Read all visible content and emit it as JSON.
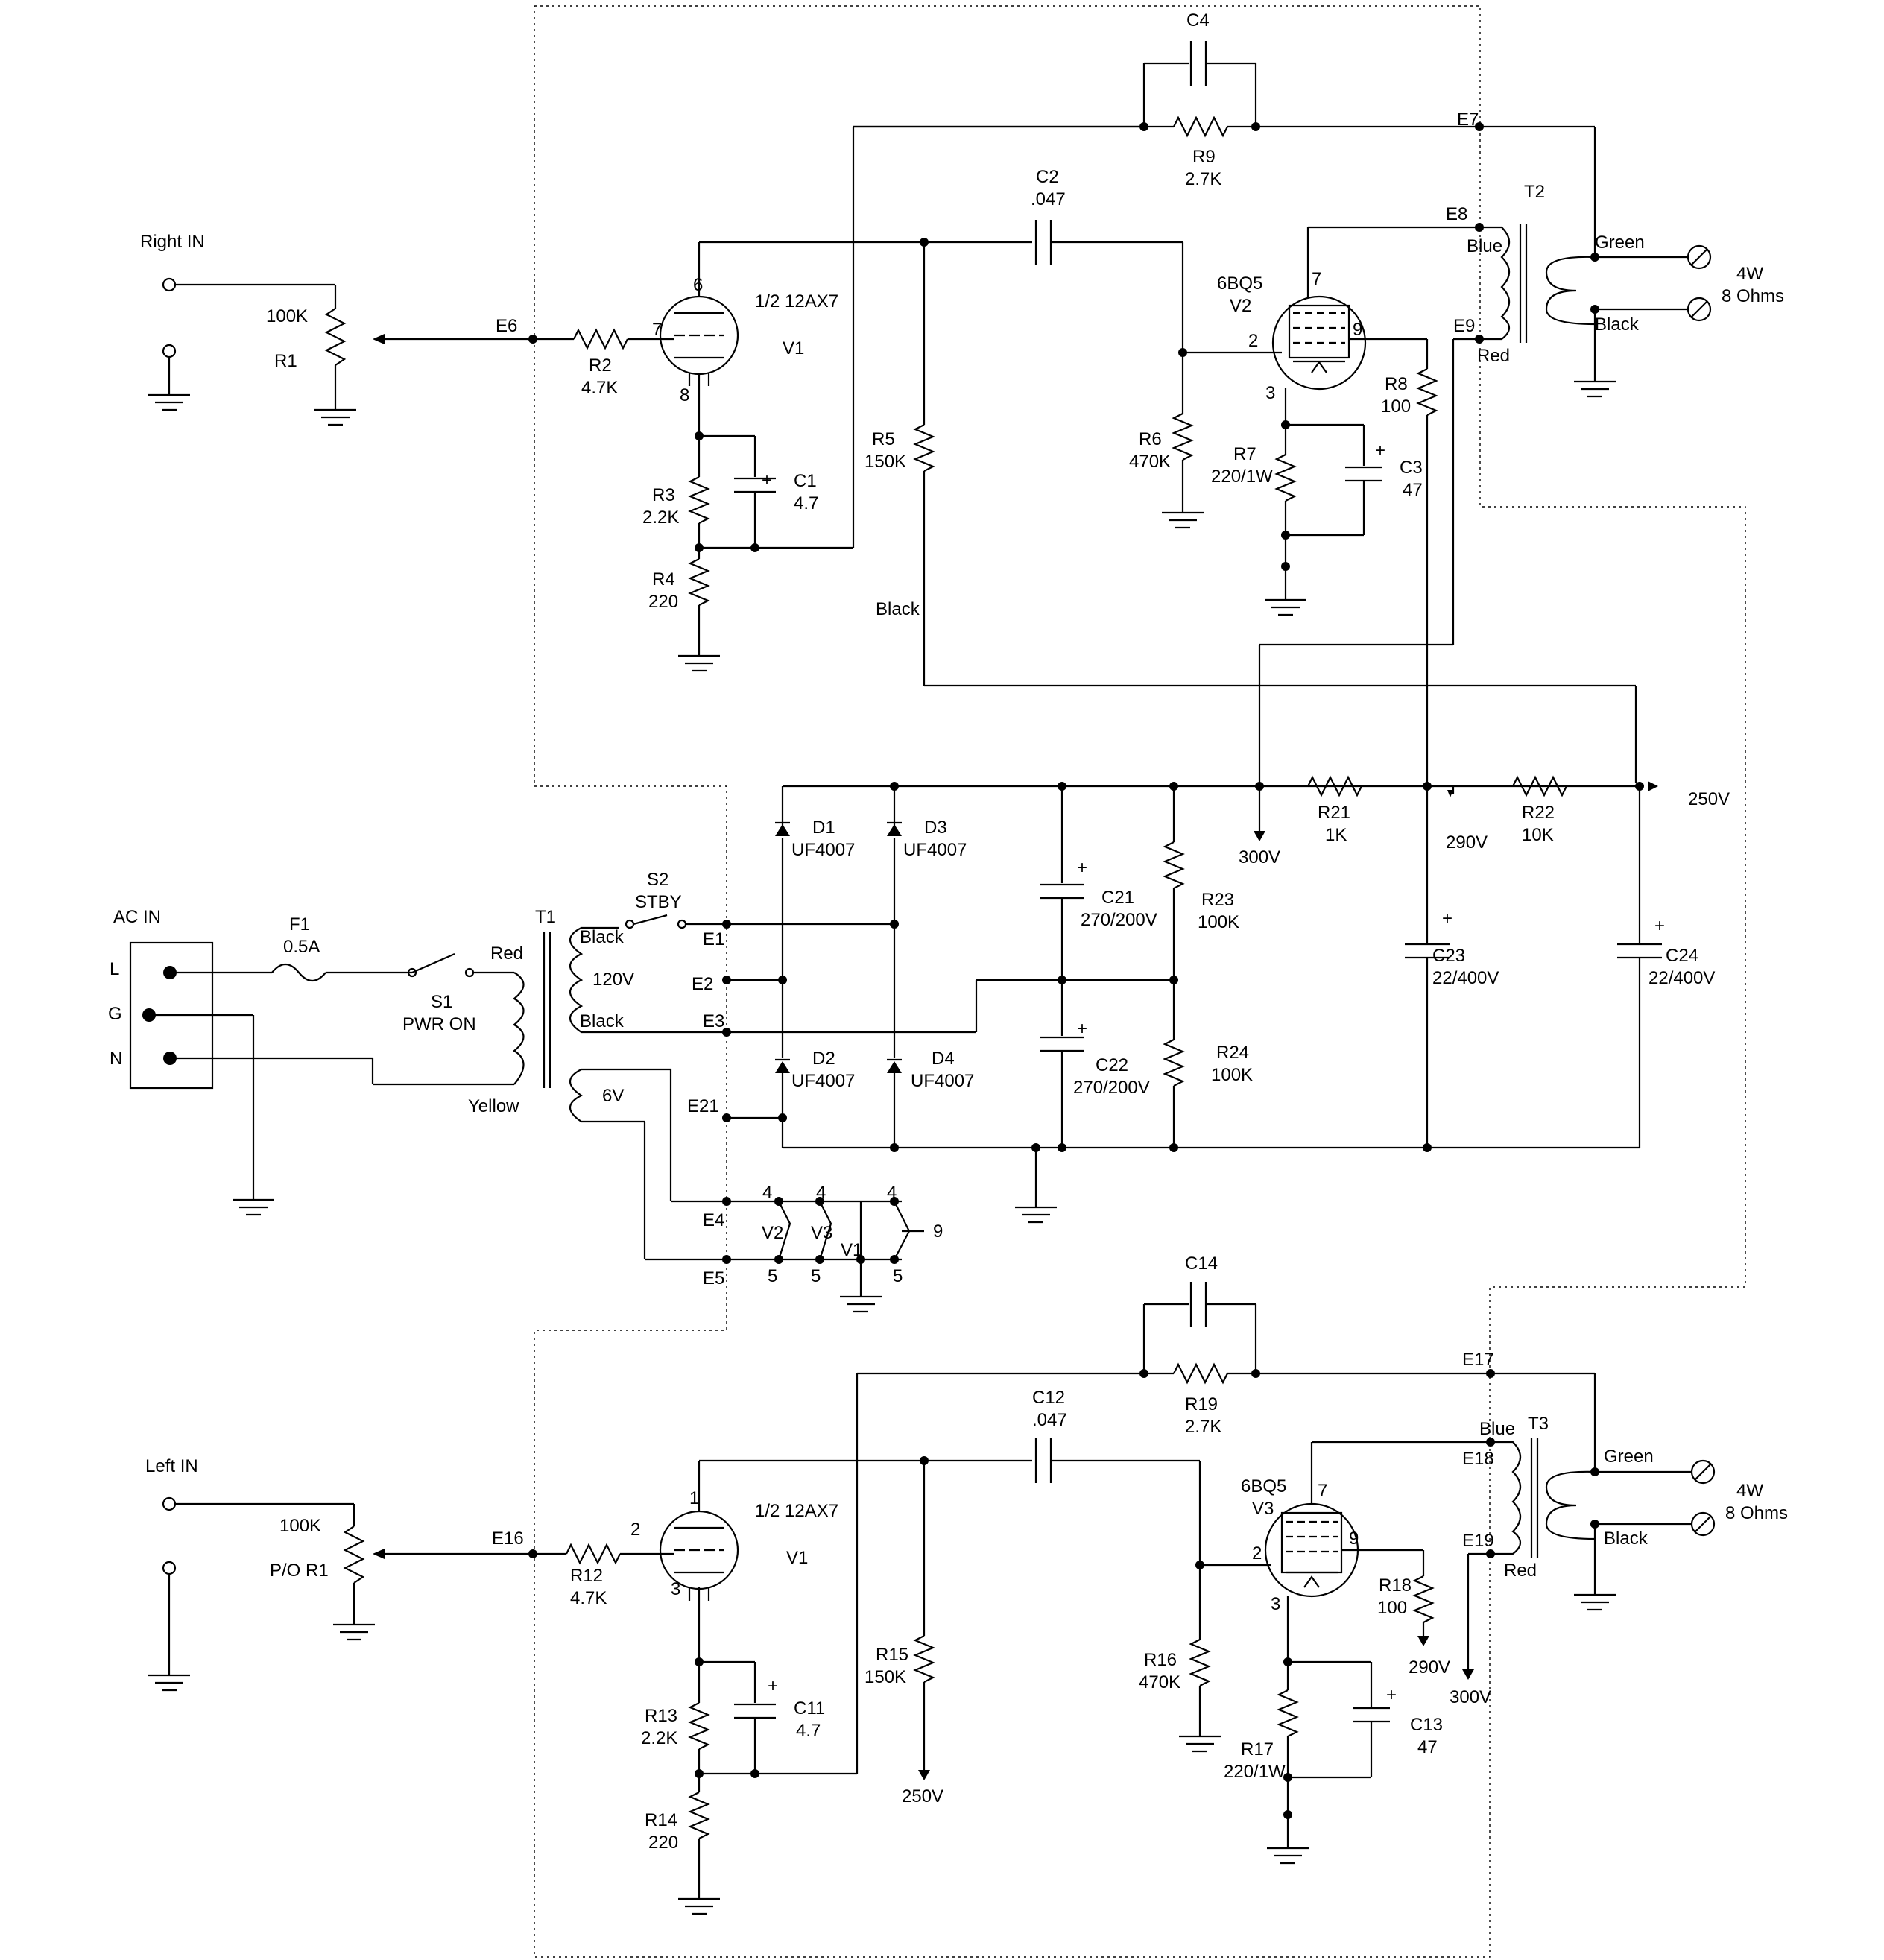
{
  "inputs": {
    "right_in": "Right IN",
    "left_in": "Left IN",
    "ac_in": "AC IN",
    "ac_pins": [
      "L",
      "G",
      "N"
    ]
  },
  "right_channel": {
    "R1": {
      "ref": "R1",
      "value": "100K"
    },
    "R2": {
      "ref": "R2",
      "value": "4.7K"
    },
    "R3": {
      "ref": "R3",
      "value": "2.2K"
    },
    "R4": {
      "ref": "R4",
      "value": "220"
    },
    "R5": {
      "ref": "R5",
      "value": "150K"
    },
    "R6": {
      "ref": "R6",
      "value": "470K"
    },
    "R7": {
      "ref": "R7",
      "value": "220/1W"
    },
    "R8": {
      "ref": "R8",
      "value": "100"
    },
    "R9": {
      "ref": "R9",
      "value": "2.7K"
    },
    "C1": {
      "ref": "C1",
      "value": "4.7"
    },
    "C2": {
      "ref": "C2",
      "value": ".047"
    },
    "C3": {
      "ref": "C3",
      "value": "47"
    },
    "C4": {
      "ref": "C4"
    },
    "V1": {
      "ref": "V1",
      "type": "1/2 12AX7",
      "pins": [
        "6",
        "7",
        "8"
      ]
    },
    "V2": {
      "ref": "V2",
      "type": "6BQ5",
      "pins": [
        "7",
        "2",
        "9",
        "3"
      ]
    },
    "T2": {
      "ref": "T2",
      "leads": [
        "Blue",
        "Red",
        "Green",
        "Black"
      ]
    },
    "output": {
      "power": "4W",
      "impedance": "8 Ohms"
    },
    "nodes": [
      "E6",
      "E7",
      "E8",
      "E9"
    ],
    "wire_label": "Black"
  },
  "left_channel": {
    "R1": {
      "ref": "P/O R1",
      "value": "100K"
    },
    "R12": {
      "ref": "R12",
      "value": "4.7K"
    },
    "R13": {
      "ref": "R13",
      "value": "2.2K"
    },
    "R14": {
      "ref": "R14",
      "value": "220"
    },
    "R15": {
      "ref": "R15",
      "value": "150K"
    },
    "R16": {
      "ref": "R16",
      "value": "470K"
    },
    "R17": {
      "ref": "R17",
      "value": "220/1W"
    },
    "R18": {
      "ref": "R18",
      "value": "100"
    },
    "R19": {
      "ref": "R19",
      "value": "2.7K"
    },
    "C11": {
      "ref": "C11",
      "value": "4.7"
    },
    "C12": {
      "ref": "C12",
      "value": ".047"
    },
    "C13": {
      "ref": "C13",
      "value": "47"
    },
    "C14": {
      "ref": "C14"
    },
    "V1": {
      "ref": "V1",
      "type": "1/2 12AX7",
      "pins": [
        "1",
        "2",
        "3"
      ]
    },
    "V3": {
      "ref": "V3",
      "type": "6BQ5",
      "pins": [
        "7",
        "2",
        "9",
        "3"
      ]
    },
    "T3": {
      "ref": "T3",
      "leads": [
        "Blue",
        "Red",
        "Green",
        "Black"
      ]
    },
    "output": {
      "power": "4W",
      "impedance": "8 Ohms"
    },
    "nodes": [
      "E16",
      "E17",
      "E18",
      "E19"
    ],
    "rails": [
      "250V",
      "290V",
      "300V"
    ]
  },
  "power_supply": {
    "F1": {
      "ref": "F1",
      "value": "0.5A"
    },
    "S1": {
      "ref": "S1",
      "value": "PWR ON"
    },
    "S2": {
      "ref": "S2",
      "value": "STBY"
    },
    "T1": {
      "ref": "T1",
      "primary": "120V",
      "heater": "6V",
      "leads": [
        "Red",
        "Yellow",
        "Black",
        "Black"
      ]
    },
    "D1": {
      "ref": "D1",
      "value": "UF4007"
    },
    "D2": {
      "ref": "D2",
      "value": "UF4007"
    },
    "D3": {
      "ref": "D3",
      "value": "UF4007"
    },
    "D4": {
      "ref": "D4",
      "value": "UF4007"
    },
    "C21": {
      "ref": "C21",
      "value": "270/200V"
    },
    "C22": {
      "ref": "C22",
      "value": "270/200V"
    },
    "C23": {
      "ref": "C23",
      "value": "22/400V"
    },
    "C24": {
      "ref": "C24",
      "value": "22/400V"
    },
    "R21": {
      "ref": "R21",
      "value": "1K"
    },
    "R22": {
      "ref": "R22",
      "value": "10K"
    },
    "R23": {
      "ref": "R23",
      "value": "100K"
    },
    "R24": {
      "ref": "R24",
      "value": "100K"
    },
    "rails": [
      "300V",
      "290V",
      "250V"
    ],
    "nodes": [
      "E1",
      "E2",
      "E3",
      "E21",
      "E4",
      "E5"
    ],
    "heater_tubes": [
      "V2",
      "V3",
      "V1"
    ],
    "heater_pins": [
      "4",
      "5",
      "9"
    ]
  }
}
